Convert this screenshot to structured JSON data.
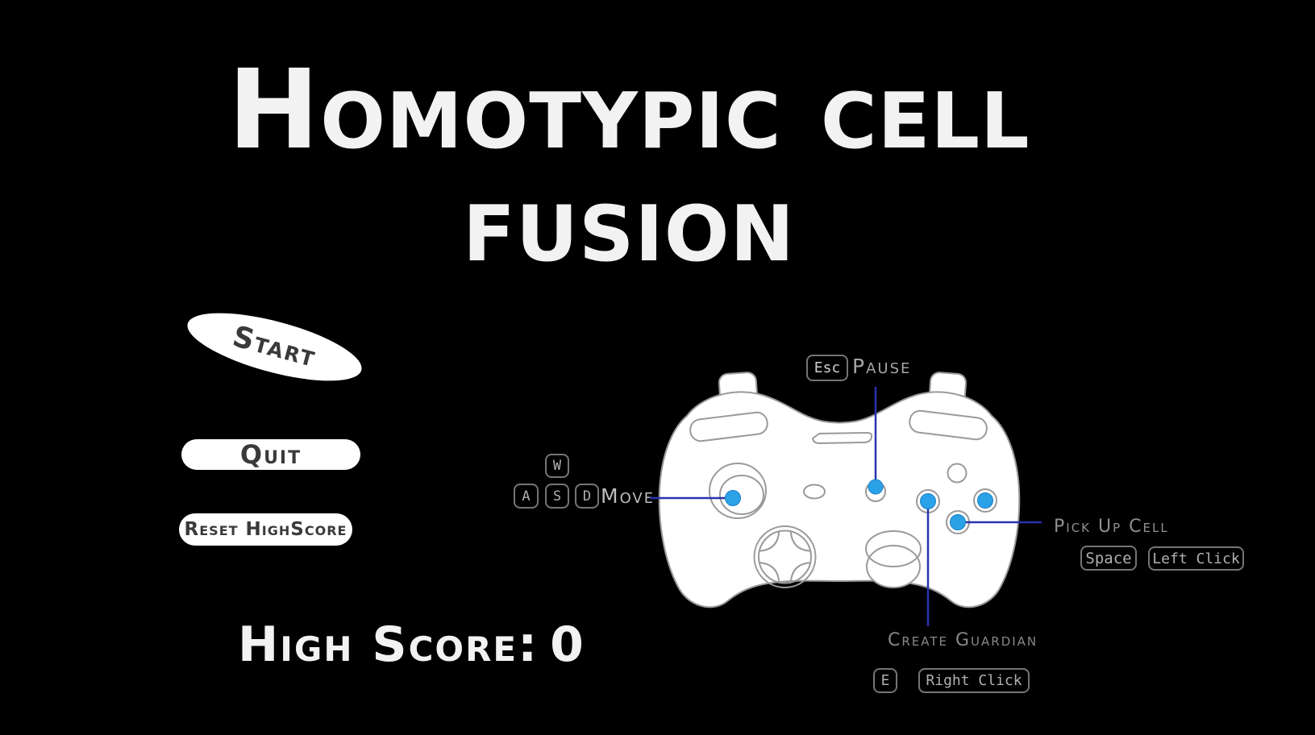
{
  "title": {
    "line1": "Homotypic cell",
    "line2": "fusion"
  },
  "buttons": {
    "start": "Start",
    "quit": "Quit",
    "reset_highscore": "Reset HighScore"
  },
  "high_score": {
    "label": "High Score:",
    "value": "0"
  },
  "controls": {
    "pause": {
      "key": "Esc",
      "label": "Pause"
    },
    "move": {
      "keys": {
        "w": "W",
        "a": "A",
        "s": "S",
        "d": "D"
      },
      "label": "Move"
    },
    "pick_up_cell": {
      "keys": {
        "keyboard": "Space",
        "mouse": "Left Click"
      },
      "label": "Pick Up Cell"
    },
    "create_guardian": {
      "keys": {
        "keyboard": "E",
        "mouse": "Right Click"
      },
      "label": "Create Guardian"
    }
  },
  "colors": {
    "background": "#000000",
    "text_primary": "#f2f2f2",
    "menu_button_fill": "#ffffff",
    "menu_button_text": "#3a3a3a",
    "key_badge_border": "#757575",
    "key_badge_text": "#b0b0b0",
    "control_label_text": "#9a9a9a",
    "connector_line": "#2834ad",
    "marker_dot": "#2ba2e8",
    "controller_outline": "#9a9a9a"
  }
}
